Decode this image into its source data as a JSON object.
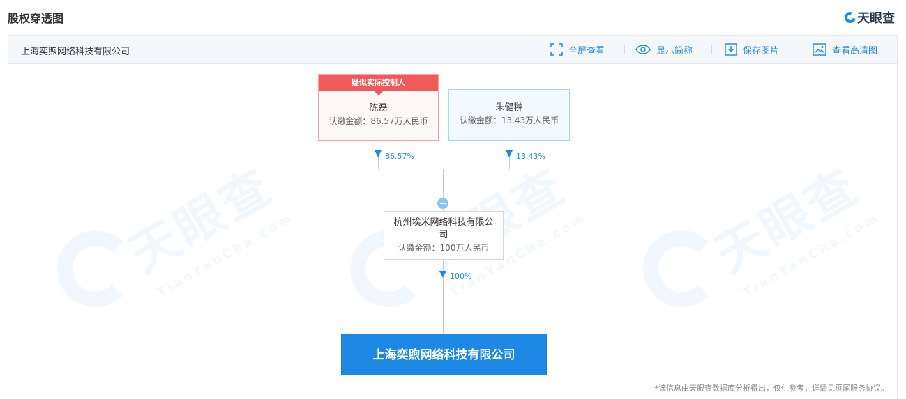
{
  "header": {
    "title": "股权穿透图",
    "brand": "天眼查"
  },
  "toolbar": {
    "company": "上海奕煦网络科技有限公司",
    "fullscreen": "全屏查看",
    "show_short": "显示简称",
    "save_image": "保存图片",
    "hd_image": "查看高清图"
  },
  "watermark": {
    "text": "天眼查",
    "sub": "TianYanCha.com"
  },
  "shareholders": [
    {
      "tag": "疑似实际控制人",
      "name": "陈磊",
      "amount": "认缴金额：86.57万人民币",
      "percent": "86.57%"
    },
    {
      "name": "朱健翀",
      "amount": "认缴金额：13.43万人民币",
      "percent": "13.43%"
    }
  ],
  "intermediate": {
    "name": "杭州埃米网络科技有限公司",
    "amount": "认缴金额：100万人民币",
    "percent": "100%"
  },
  "target": {
    "name": "上海奕煦网络科技有限公司"
  },
  "disclaimer": "*该信息由天眼查数据库分析得出，仅供参考，详情见页尾服务协议。",
  "colors": {
    "accent": "#1e88e5",
    "controller_tag": "#f05a5a"
  }
}
